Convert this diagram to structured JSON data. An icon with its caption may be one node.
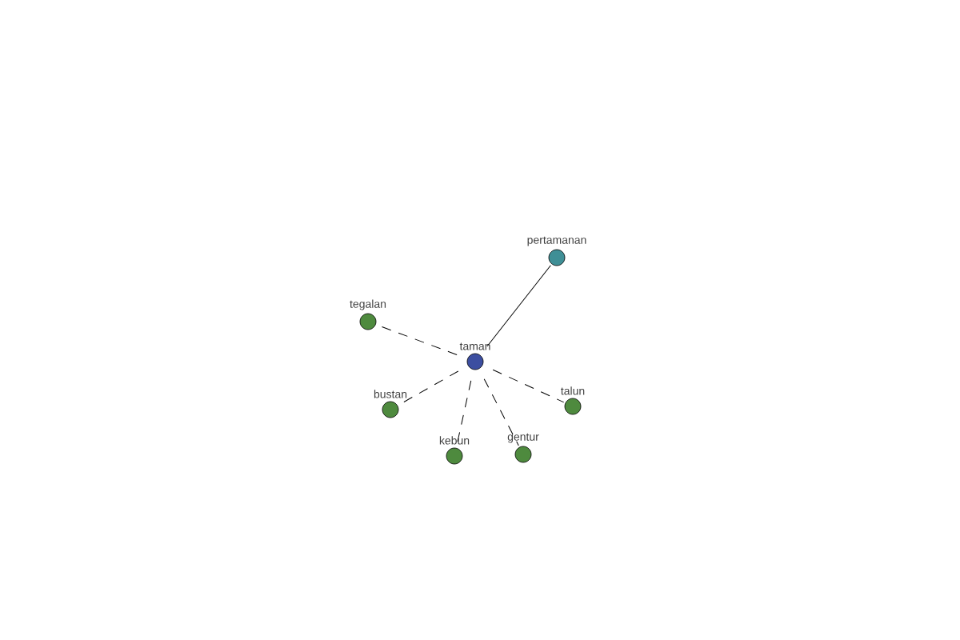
{
  "diagram": {
    "nodes": [
      {
        "text": [
          "pertamanan"
        ]
      },
      {
        "text": [
          "tegalan"
        ]
      },
      {
        "text": [
          "taman"
        ]
      },
      {
        "text": [
          "bustan"
        ]
      },
      {
        "text": [
          "talun"
        ]
      },
      {
        "text": [
          "kebun"
        ]
      },
      {
        "text": [
          "gentur"
        ]
      }
    ],
    "edges": [
      {
        "from": 2,
        "to": 0,
        "arrow": "none"
      },
      {
        "from": 2,
        "to": 1,
        "arrow": "none",
        "style": "dashed"
      },
      {
        "from": 2,
        "to": 3,
        "arrow": "none",
        "style": "dashed"
      },
      {
        "from": 2,
        "to": 4,
        "arrow": "none",
        "style": "dashed"
      },
      {
        "from": 2,
        "to": 5,
        "arrow": "none",
        "style": "dashed"
      },
      {
        "from": 2,
        "to": 6,
        "arrow": "none",
        "style": "dashed"
      }
    ]
  }
}
